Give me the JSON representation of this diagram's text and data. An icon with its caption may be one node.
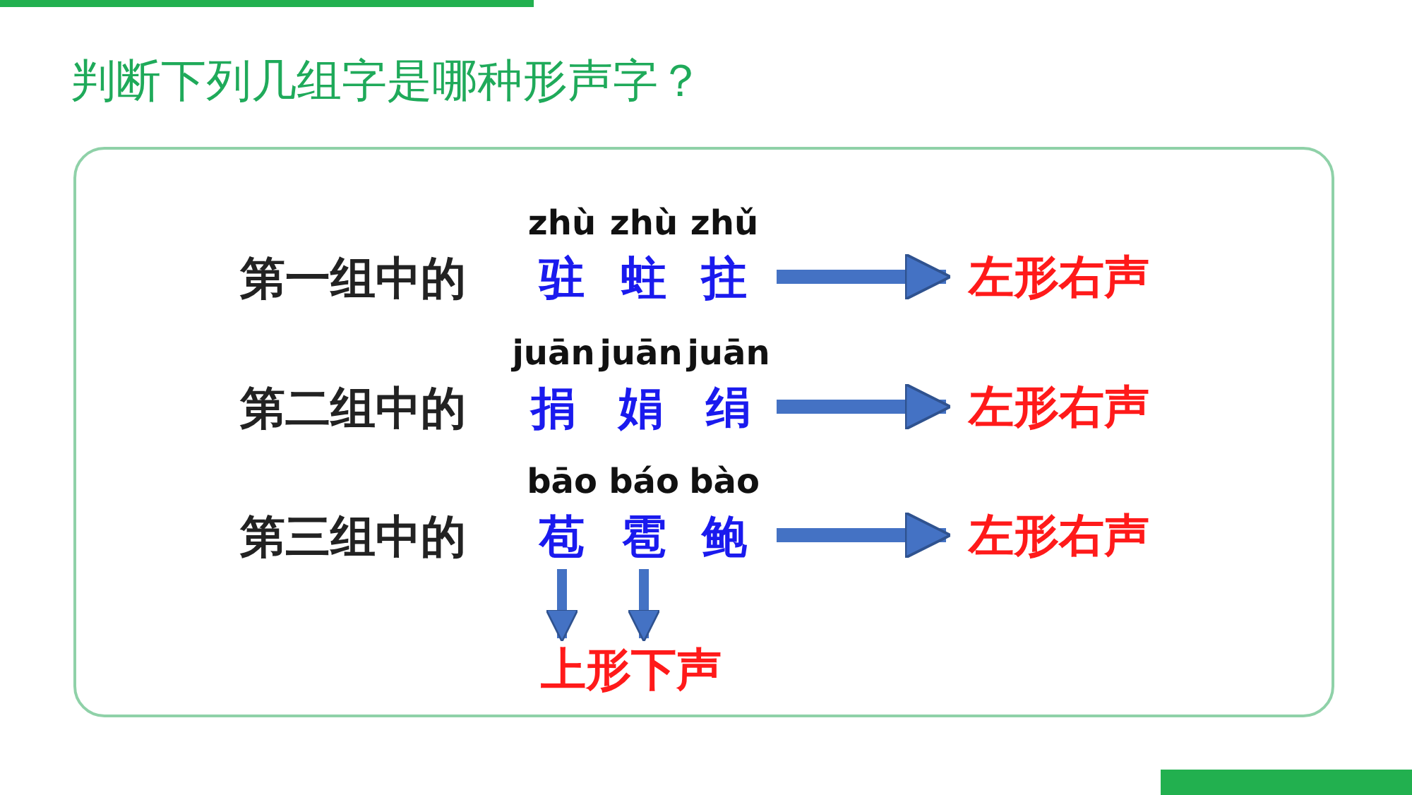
{
  "diagram": {
    "title": "判断下列几组字是哪种形声字？",
    "nodes": [
      {
        "text": [
          "第一组中的"
        ]
      },
      {
        "text": [
          "驻"
        ],
        "beside": [
          "zhù"
        ],
        "in": 0
      },
      {
        "text": [
          "蛀"
        ],
        "beside": [
          "zhù"
        ],
        "in": 0
      },
      {
        "text": [
          "拄"
        ],
        "beside": [
          "zhǔ"
        ],
        "in": 0
      },
      {
        "text": [
          "左形右声"
        ]
      },
      {
        "text": [
          "第二组中的"
        ]
      },
      {
        "text": [
          "捐"
        ],
        "beside": [
          "juān"
        ],
        "in": 5
      },
      {
        "text": [
          "娟"
        ],
        "beside": [
          "juān"
        ],
        "in": 5
      },
      {
        "text": [
          "绢"
        ],
        "beside": [
          "juān"
        ],
        "in": 5
      },
      {
        "text": [
          "左形右声"
        ]
      },
      {
        "text": [
          "第三组中的"
        ]
      },
      {
        "text": [
          "苞"
        ],
        "beside": [
          "bāo"
        ],
        "in": 10
      },
      {
        "text": [
          "雹"
        ],
        "beside": [
          "báo"
        ],
        "in": 10
      },
      {
        "text": [
          "鲍"
        ],
        "beside": [
          "bào"
        ],
        "in": 10
      },
      {
        "text": [
          "左形右声"
        ]
      },
      {
        "text": [
          "上形下声"
        ]
      }
    ],
    "edges": [
      {
        "from": 0,
        "to": 4,
        "arrow": "to"
      },
      {
        "from": 5,
        "to": 9,
        "arrow": "to"
      },
      {
        "from": 10,
        "to": 14,
        "arrow": "to"
      },
      {
        "from": 11,
        "to": 15,
        "arrow": "to"
      },
      {
        "from": 12,
        "to": 15,
        "arrow": "to"
      }
    ]
  }
}
